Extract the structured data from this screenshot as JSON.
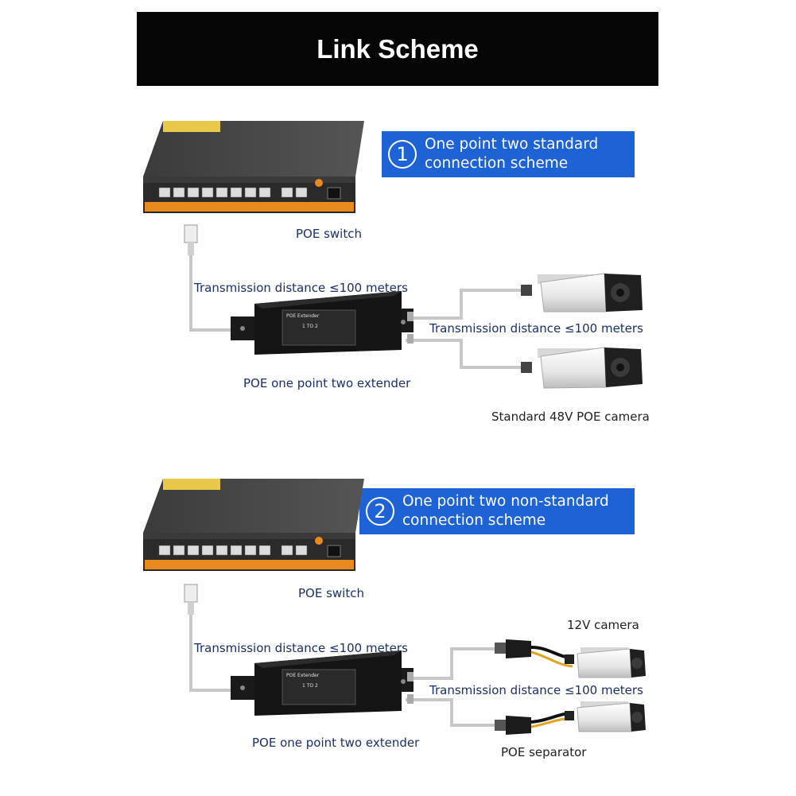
{
  "title": "Link Scheme",
  "scheme1": {
    "number": "1",
    "heading_line1": "One point two standard",
    "heading_line2": "connection scheme",
    "switch_label": "POE switch",
    "distance_1": "Transmission distance ≤100 meters",
    "distance_2": "Transmission distance ≤100 meters",
    "extender_label": "POE one point two extender",
    "camera_label": "Standard 48V POE camera"
  },
  "scheme2": {
    "number": "2",
    "heading_line1": "One point two non-standard",
    "heading_line2": "connection scheme",
    "switch_label": "POE switch",
    "distance_1": "Transmission distance ≤100 meters",
    "distance_2": "Transmission distance ≤100 meters",
    "extender_label": "POE one point two extender",
    "camera_label": "12V camera",
    "separator_label": "POE separator"
  },
  "device_text": {
    "extender_name": "POE Extender",
    "extender_ratio": "1 TO 2"
  },
  "colors": {
    "banner": "#050505",
    "scheme_box": "#1e63d6",
    "label": "#1b2f6b",
    "switch_stripe": "#e98a1f",
    "cable": "#c8c8c8"
  }
}
